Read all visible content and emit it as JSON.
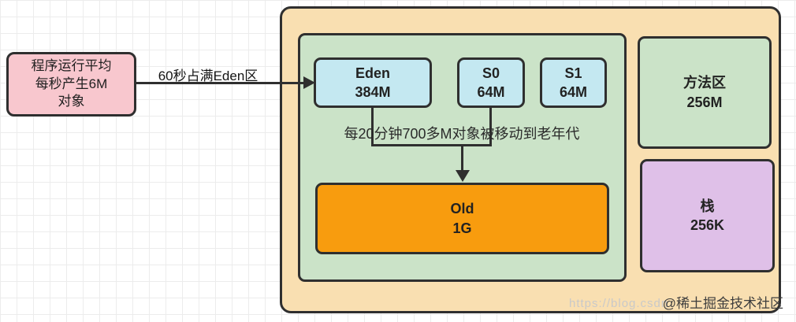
{
  "diagram": {
    "source_box": {
      "line1": "程序运行平均",
      "line2": "每秒产生6M",
      "line3": "对象"
    },
    "eden_arrow_label": "60秒占满Eden区",
    "promotion_note": "每20分钟700多M对象被移动到老年代",
    "regions": {
      "eden": {
        "name": "Eden",
        "size": "384M"
      },
      "s0": {
        "name": "S0",
        "size": "64M"
      },
      "s1": {
        "name": "S1",
        "size": "64M"
      },
      "old": {
        "name": "Old",
        "size": "1G"
      },
      "method_area": {
        "name": "方法区",
        "size": "256M"
      },
      "stack": {
        "name": "栈",
        "size": "256K"
      }
    },
    "watermark": {
      "community": "@稀土掘金技术社区",
      "faint_url": "https://blog.csdn"
    },
    "colors": {
      "source_box_fill": "#f8c7ce",
      "heap_fill": "#f9dfb1",
      "young_gen_fill": "#cbe3c8",
      "survivor_fill": "#c4e8f1",
      "old_gen_fill": "#f89c0e",
      "method_area_fill": "#cbe3c8",
      "stack_fill": "#dfc0e8",
      "border": "#2f2f2f"
    }
  }
}
